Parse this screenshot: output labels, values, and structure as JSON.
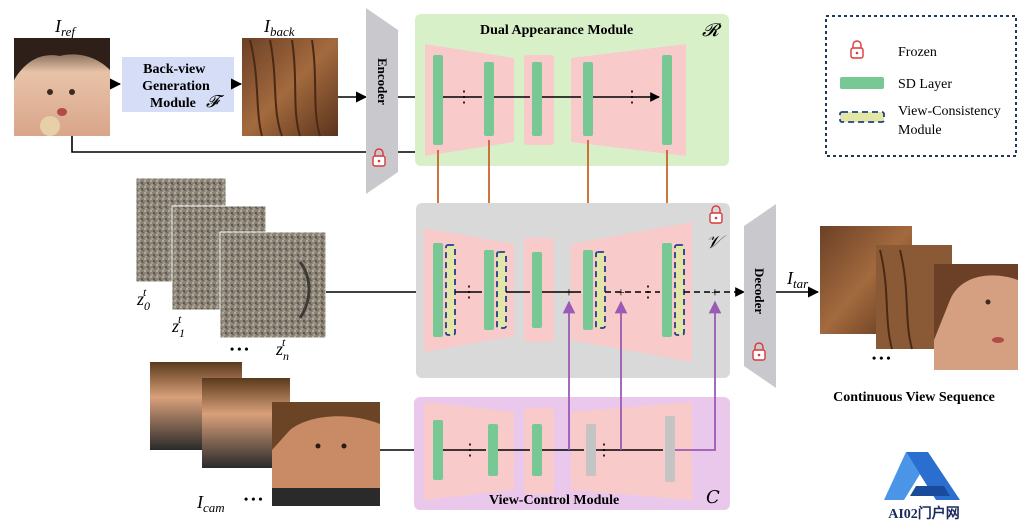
{
  "labels": {
    "i_ref": "I",
    "i_ref_sub": "ref",
    "i_back": "I",
    "i_back_sub": "back",
    "back_view_line1": "Back-view",
    "back_view_line2": "Generation",
    "back_view_line3": "Module",
    "back_view_symbol": "𝓕",
    "encoder": "Encoder",
    "decoder": "Decoder",
    "dual_title": "Dual Appearance Module",
    "dual_symbol": "𝓡",
    "main_symbol": "𝒱",
    "vc_title": "View-Control Module",
    "vc_symbol": "𝐶",
    "z0": "z",
    "z0_sub": "0",
    "z1": "z",
    "z1_sub": "1",
    "zn": "z",
    "zn_sub": "n",
    "z_sup": "t",
    "dots": "• • •",
    "i_cam": "I",
    "i_cam_sub": "cam",
    "i_tar": "I",
    "i_tar_sub": "tar",
    "output_caption": "Continuous View Sequence",
    "watermark": "AI02门户网"
  },
  "legend": {
    "frozen": "Frozen",
    "sd_layer": "SD Layer",
    "view_consistency_line1": "View-Consistency",
    "view_consistency_line2": "Module"
  },
  "colors": {
    "dual_bg": "#d8f0c8",
    "main_bg": "#d9d9d9",
    "vc_bg": "#eac8ec",
    "unet_pink": "#f9caca",
    "sd_green": "#78c896",
    "sd_gray": "#c4c4c4",
    "vcm_fill": "#e4e6a8",
    "vcm_border": "#1f3f8a",
    "arrow_orange": "#c8642a",
    "arrow_purple": "#9b5ab4",
    "module_blue": "#d6ddf7",
    "lock_red": "#d83a3a",
    "encoder_gray": "#c9c9cd"
  },
  "icons": [
    "lock-icon",
    "portrait-photo",
    "noisy-latent",
    "face-photo",
    "watermark-logo"
  ]
}
